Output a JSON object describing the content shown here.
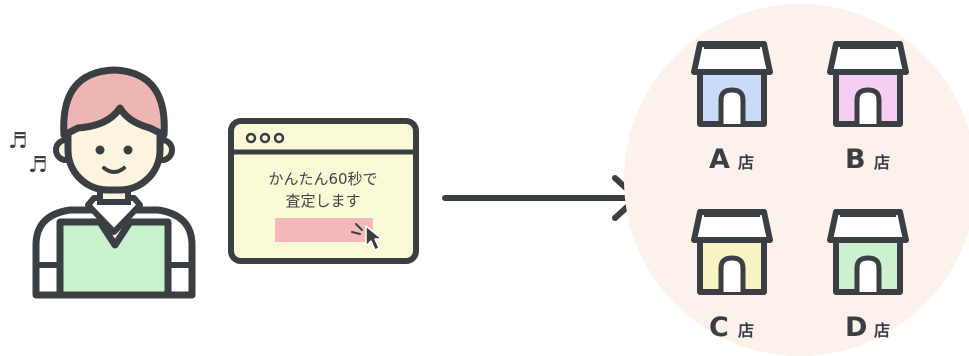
{
  "browser": {
    "line1": "かんたん60秒で",
    "line2": "査定します"
  },
  "stores": [
    {
      "letter": "A",
      "suffix": "店",
      "color": "#c9dbf6"
    },
    {
      "letter": "B",
      "suffix": "店",
      "color": "#f6cdf3"
    },
    {
      "letter": "C",
      "suffix": "店",
      "color": "#f7f3c3"
    },
    {
      "letter": "D",
      "suffix": "店",
      "color": "#cdf0cf"
    }
  ],
  "music_note": "♬",
  "colors": {
    "outline": "#3a3f44",
    "circle_bg": "#fdf1ec",
    "hair": "#eeb6b3",
    "skin": "#fcf4df",
    "vest": "#c9f1cc",
    "browser_bg": "#fbfad7",
    "button": "#f2b8ba"
  }
}
